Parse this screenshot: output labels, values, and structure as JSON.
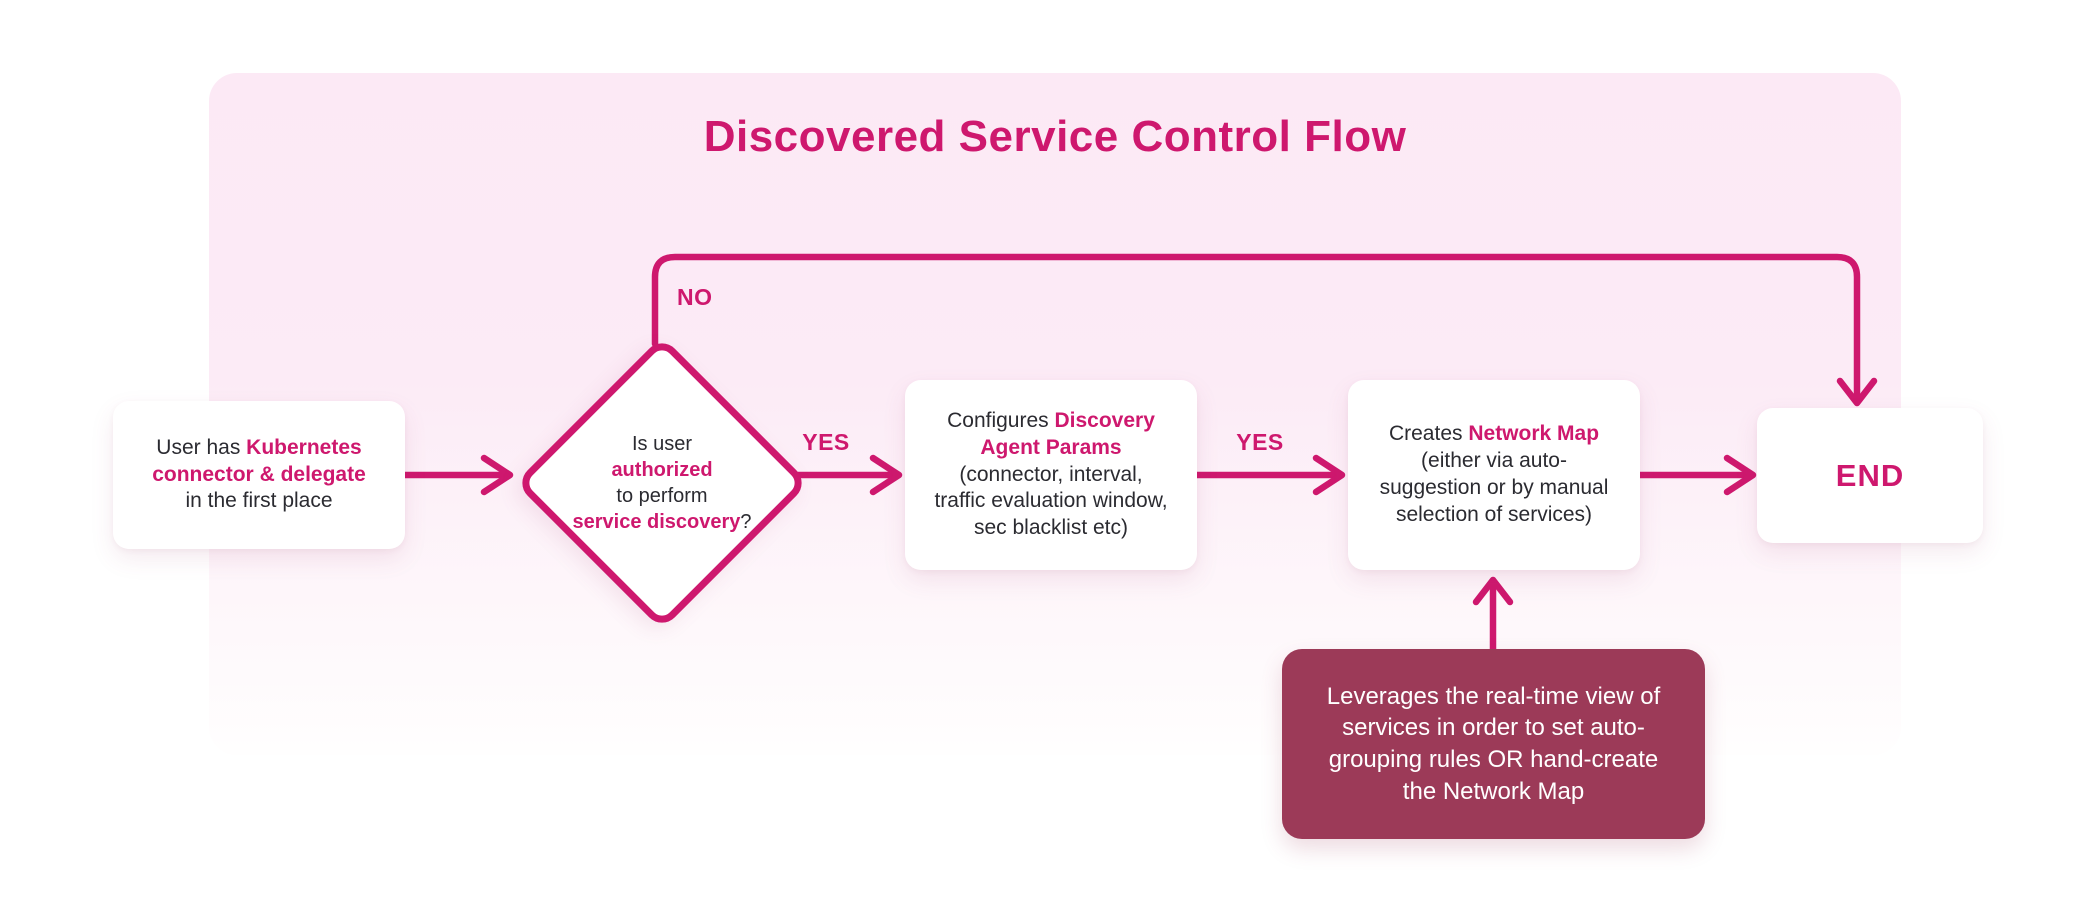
{
  "title": "Discovered Service Control Flow",
  "colors": {
    "accent": "#ce186e",
    "panel_background": "#fce9f5",
    "note_background": "#9c3a58",
    "node_background": "#ffffff",
    "body_text": "#2b2b31",
    "note_text": "#ffffff"
  },
  "labels": {
    "yes1": "YES",
    "yes2": "YES",
    "no": "NO"
  },
  "nodes": {
    "start": {
      "pre": "User has ",
      "accent": "Kubernetes\nconnector & delegate",
      "post": "\nin the first place"
    },
    "decision": {
      "pre": "Is user\n",
      "accent1": "authorized",
      "mid": "\nto perform\n",
      "accent2": "service discovery",
      "post": "?"
    },
    "configure": {
      "pre": "Configures ",
      "accent": "Discovery\nAgent Params",
      "post": "\n(connector, interval,\ntraffic evaluation window,\nsec blacklist etc)"
    },
    "create": {
      "pre": "Creates ",
      "accent": "Network Map",
      "post": "\n(either via auto-\nsuggestion or by manual\nselection of services)"
    },
    "end": {
      "label": "END"
    },
    "note": {
      "text": "Leverages the real-time view of\nservices in order to set auto-\ngrouping rules OR hand-create\nthe Network Map"
    }
  }
}
